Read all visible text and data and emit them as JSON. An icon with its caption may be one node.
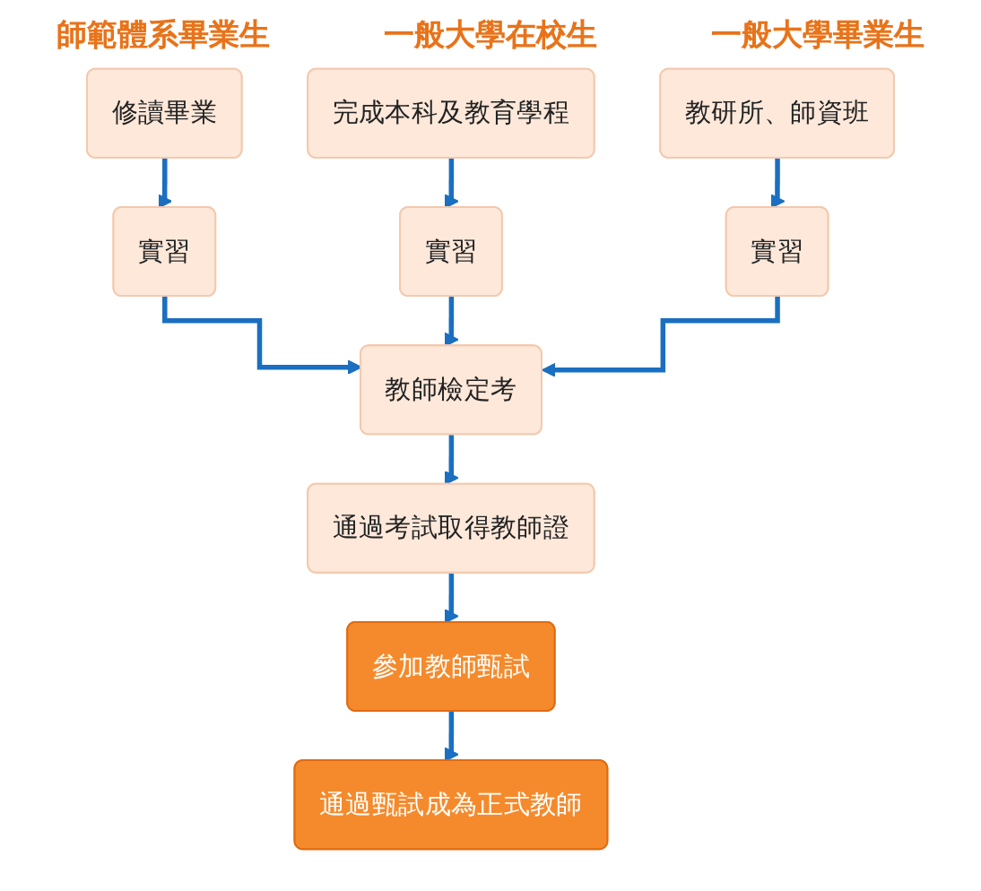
{
  "diagram": {
    "nodes": [
      {
        "text": [
          "修讀畢業"
        ]
      },
      {
        "text": [
          "實習"
        ]
      },
      {
        "text": [
          "完成本科及教育學程"
        ]
      },
      {
        "text": [
          "實習"
        ]
      },
      {
        "text": [
          "教研所、師資班"
        ]
      },
      {
        "text": [
          "實習"
        ]
      },
      {
        "text": [
          "教師檢定考"
        ]
      },
      {
        "text": [
          "通過考試取得教師證"
        ]
      },
      {
        "text": [
          "參加教師甄試"
        ]
      },
      {
        "text": [
          "通過甄試成為正式教師"
        ]
      }
    ],
    "edges": [
      {
        "from": 0,
        "to": 1,
        "arrow": "to"
      },
      {
        "from": 2,
        "to": 3,
        "arrow": "to"
      },
      {
        "from": 4,
        "to": 5,
        "arrow": "to"
      },
      {
        "from": 1,
        "to": 6,
        "arrow": "to"
      },
      {
        "from": 3,
        "to": 6,
        "arrow": "to"
      },
      {
        "from": 5,
        "to": 6,
        "arrow": "to"
      },
      {
        "from": 6,
        "to": 7,
        "arrow": "to"
      },
      {
        "from": 7,
        "to": 8,
        "arrow": "to"
      },
      {
        "from": 8,
        "to": 9,
        "arrow": "to"
      }
    ],
    "labels": [
      "師範體系畢業生",
      "一般大學在校生",
      "一般大學畢業生"
    ]
  }
}
